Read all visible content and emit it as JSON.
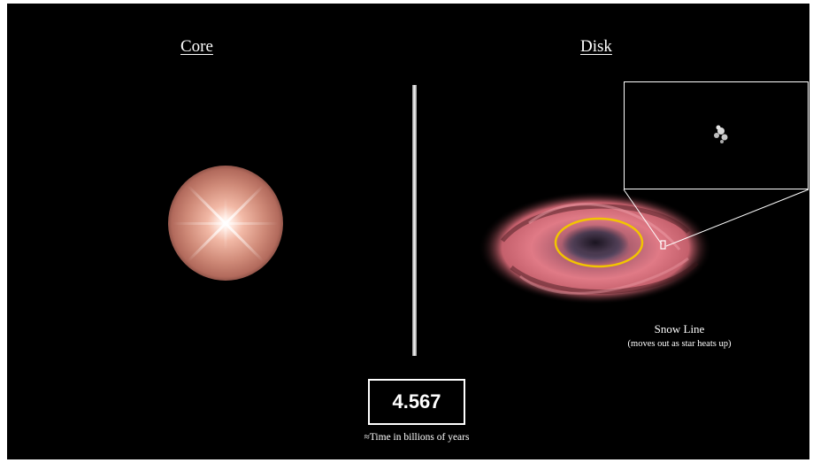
{
  "headings": {
    "core": "Core",
    "disk": "Disk"
  },
  "snow_line": {
    "label": "Snow Line",
    "note": "(moves out as star heats up)"
  },
  "time": {
    "value": "4.567",
    "caption": "≈Time in billions of years"
  },
  "colors": {
    "background": "#000000",
    "snow_line_ring": "#f2c500",
    "disk": "#e07a86",
    "frame": "#ffffff"
  },
  "icons": {
    "core": "glowing-star",
    "disk": "protoplanetary-disk",
    "zoom_subject": "dust-clump"
  }
}
